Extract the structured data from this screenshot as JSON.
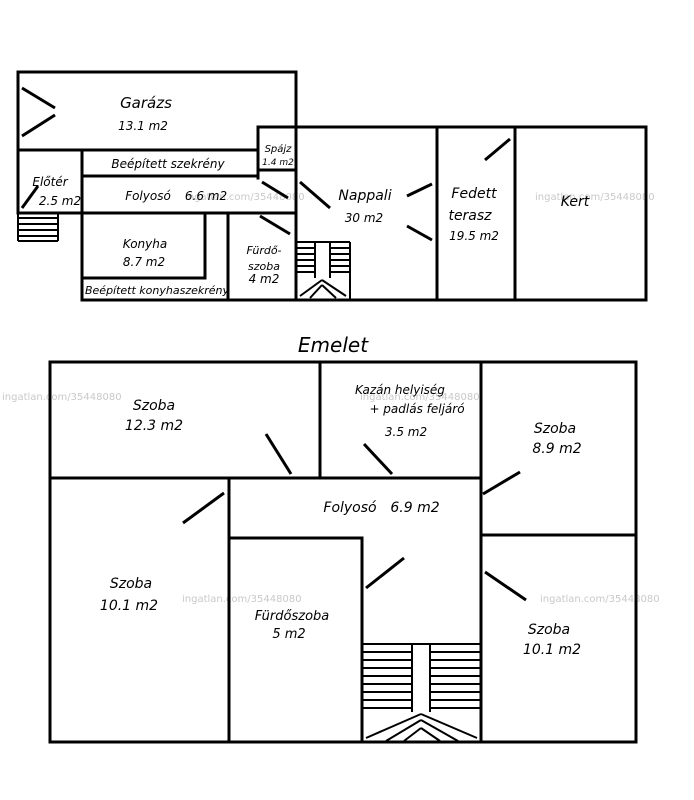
{
  "ground_floor": {
    "garage": {
      "name": "Garázs",
      "area": "13.1 m2"
    },
    "hall": {
      "name": "Előtér",
      "area": "2.5 m2"
    },
    "built_in_wardrobe": {
      "name": "Beépített szekrény"
    },
    "pantry": {
      "name": "Spájz",
      "area": "1.4 m2"
    },
    "corridor": {
      "name": "Folyosó",
      "area": "6.6 m2"
    },
    "living_room": {
      "name": "Nappali",
      "area": "30 m2"
    },
    "covered_terrace": {
      "name_line1": "Fedett",
      "name_line2": "terasz",
      "area": "19.5 m2"
    },
    "garden": {
      "name": "Kert"
    },
    "kitchen": {
      "name": "Konyha",
      "area": "8.7 m2"
    },
    "bathroom": {
      "name_line1": "Fürdő-",
      "name_line2": "szoba",
      "area": "4 m2"
    },
    "kitchen_cabinets": {
      "name": "Beépített konyhaszekrény"
    }
  },
  "upper_floor": {
    "title": "Emelet",
    "room_top_left": {
      "name": "Szoba",
      "area": "12.3 m2"
    },
    "boiler_room": {
      "name_line1": "Kazán helyiség",
      "name_line2": "+ padlás feljáró",
      "area": "3.5 m2"
    },
    "room_top_right": {
      "name": "Szoba",
      "area": "8.9 m2"
    },
    "corridor": {
      "name": "Folyosó",
      "area": "6.9 m2"
    },
    "room_left": {
      "name": "Szoba",
      "area": "10.1 m2"
    },
    "bathroom": {
      "name": "Fürdőszoba",
      "area": "5 m2"
    },
    "room_right": {
      "name": "Szoba",
      "area": "10.1 m2"
    }
  },
  "watermark": {
    "text": "ingatlan.com/35448080"
  }
}
